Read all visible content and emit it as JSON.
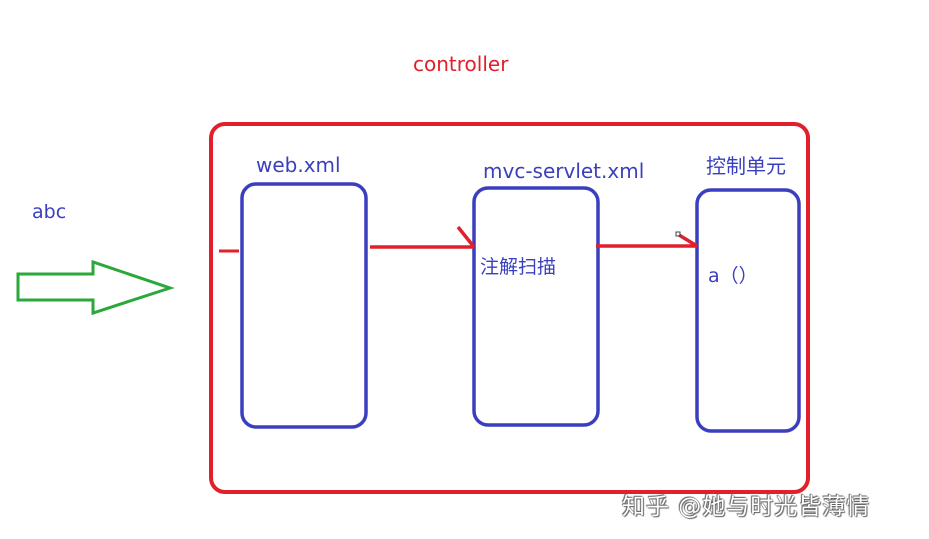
{
  "diagram": {
    "outer_label": "controller",
    "input_label": "abc",
    "boxes": [
      {
        "title": "web.xml",
        "content": ""
      },
      {
        "title": "mvc-servlet.xml",
        "content": "注解扫描"
      },
      {
        "title": "控制单元",
        "content": "a（）"
      }
    ]
  },
  "watermark": "知乎 @她与时光皆薄情",
  "colors": {
    "outer_border": "#e0202a",
    "box_border": "#3a3fbf",
    "arrow_red": "#e0202a",
    "input_arrow": "#2aa83a",
    "text_blue": "#3a3fbf",
    "text_red": "#e0202a"
  }
}
